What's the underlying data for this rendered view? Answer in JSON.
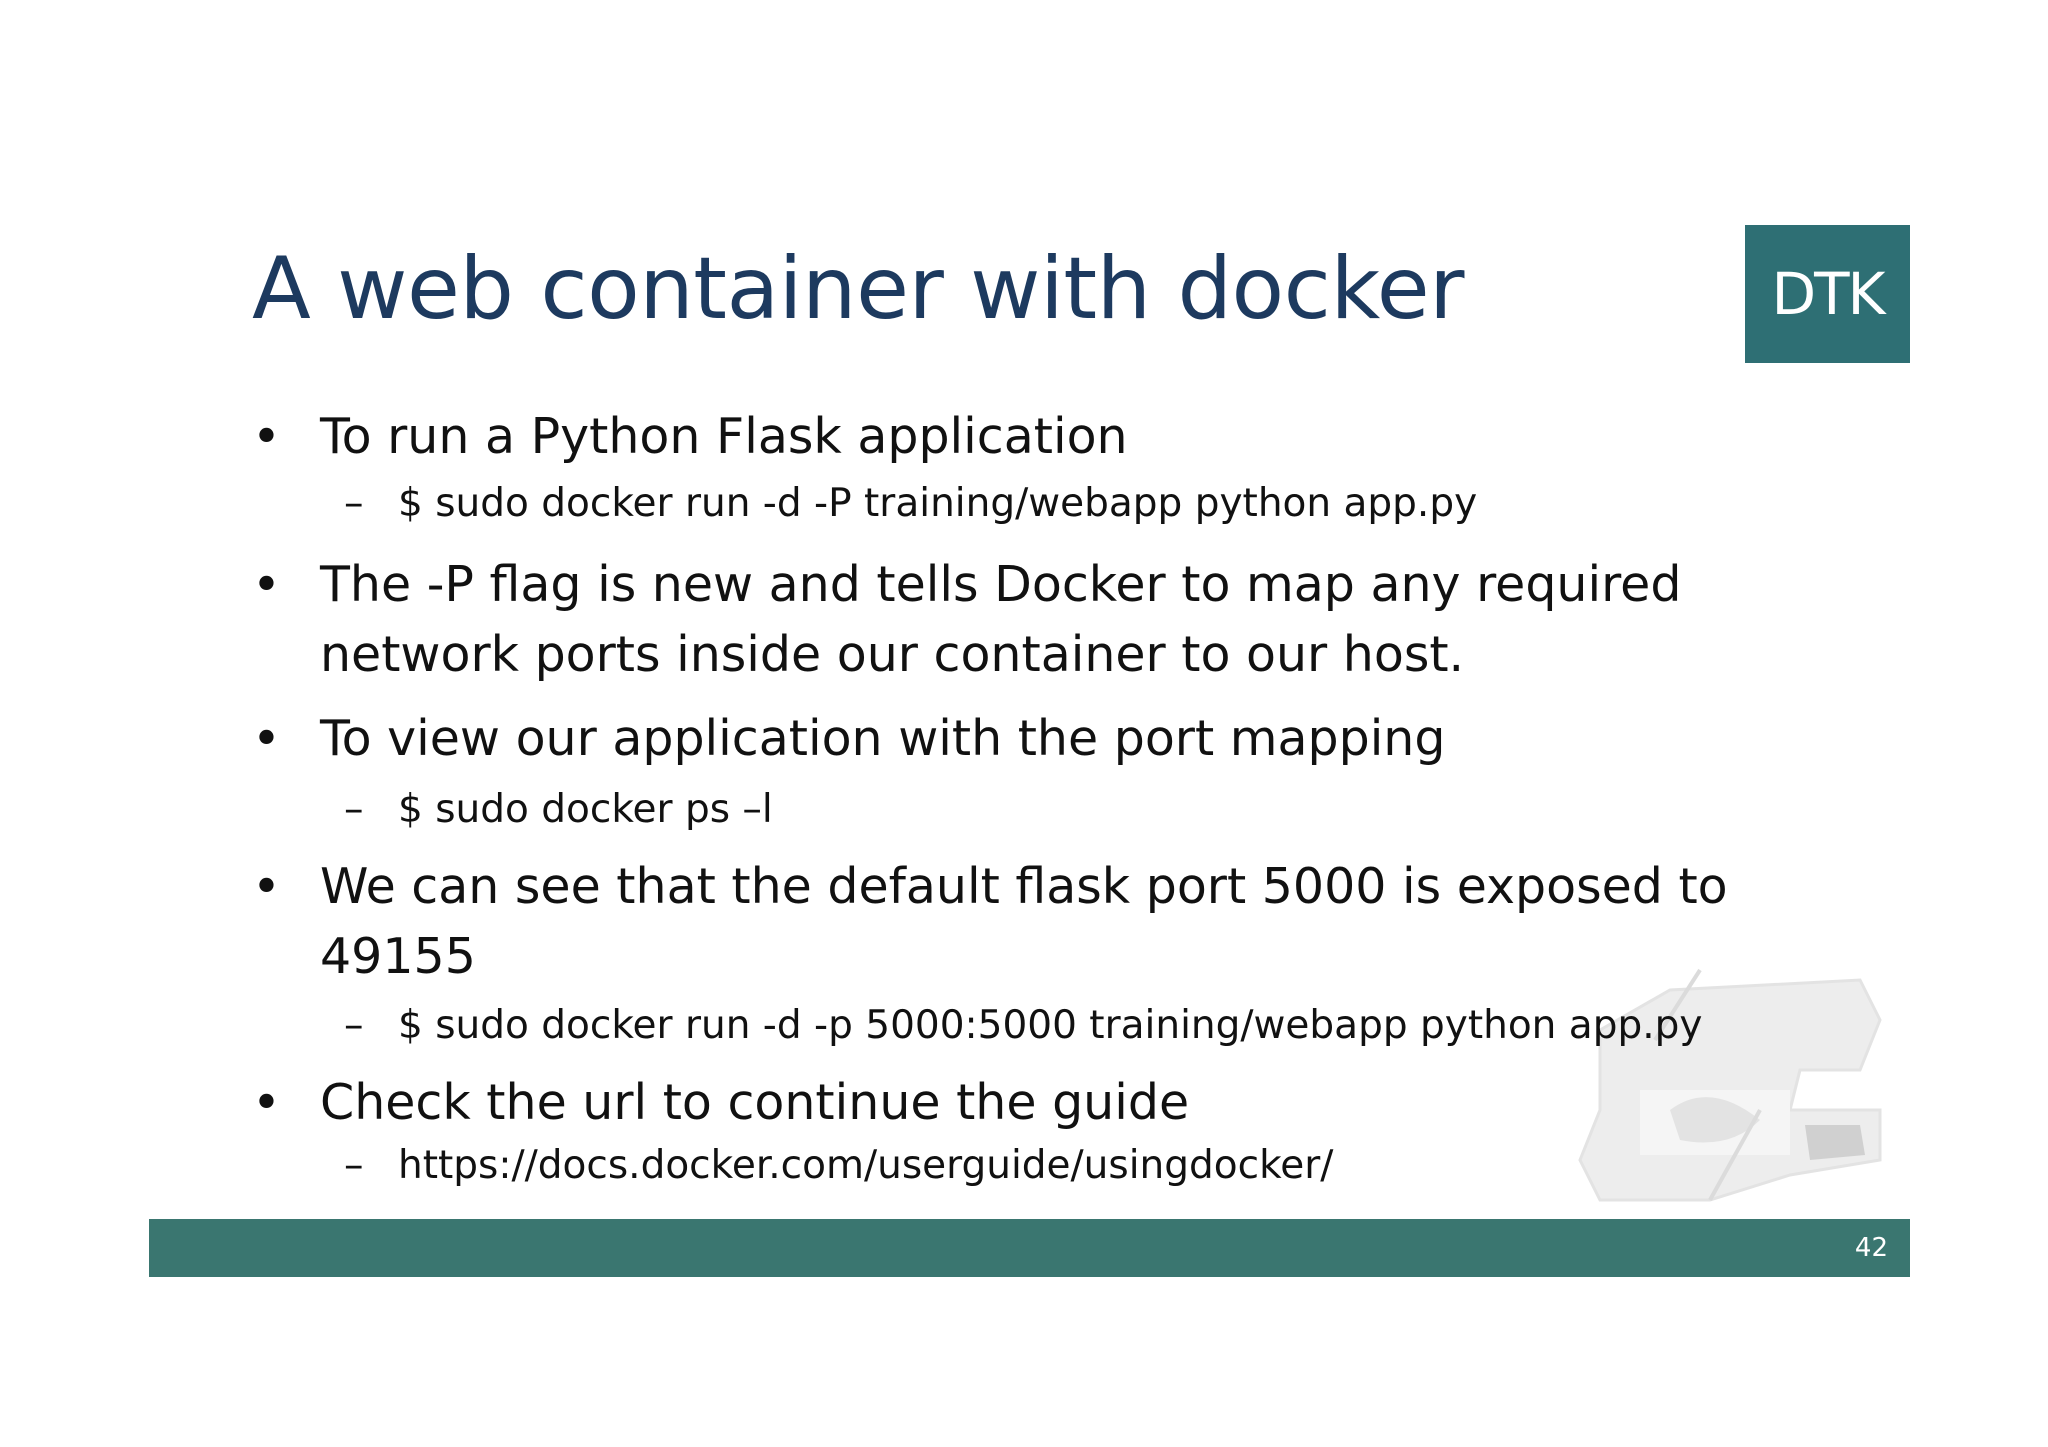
{
  "slide": {
    "title": "A web container with docker",
    "logo_text": "DTK",
    "page_number": "42",
    "watermark_icon": "handshake-watermark-icon",
    "colors": {
      "title": "#1d3a5f",
      "accent": "#3a7670",
      "logo_bg": "#2e6f74"
    },
    "items": [
      {
        "text": "To run a Python Flask application",
        "sub": "$ sudo docker run -d -P training/webapp python app.py"
      },
      {
        "text": "The -P flag is new and tells Docker to map any required network ports inside our container to our host."
      },
      {
        "text": "To view our application with the port mapping",
        "sub": "$ sudo docker ps –l"
      },
      {
        "text": "We can see that the default flask port 5000 is exposed to 49155",
        "sub": "$ sudo docker run -d -p 5000:5000 training/webapp python app.py"
      },
      {
        "text": "Check the url to continue the guide",
        "sub": "https://docs.docker.com/userguide/usingdocker/"
      }
    ]
  }
}
